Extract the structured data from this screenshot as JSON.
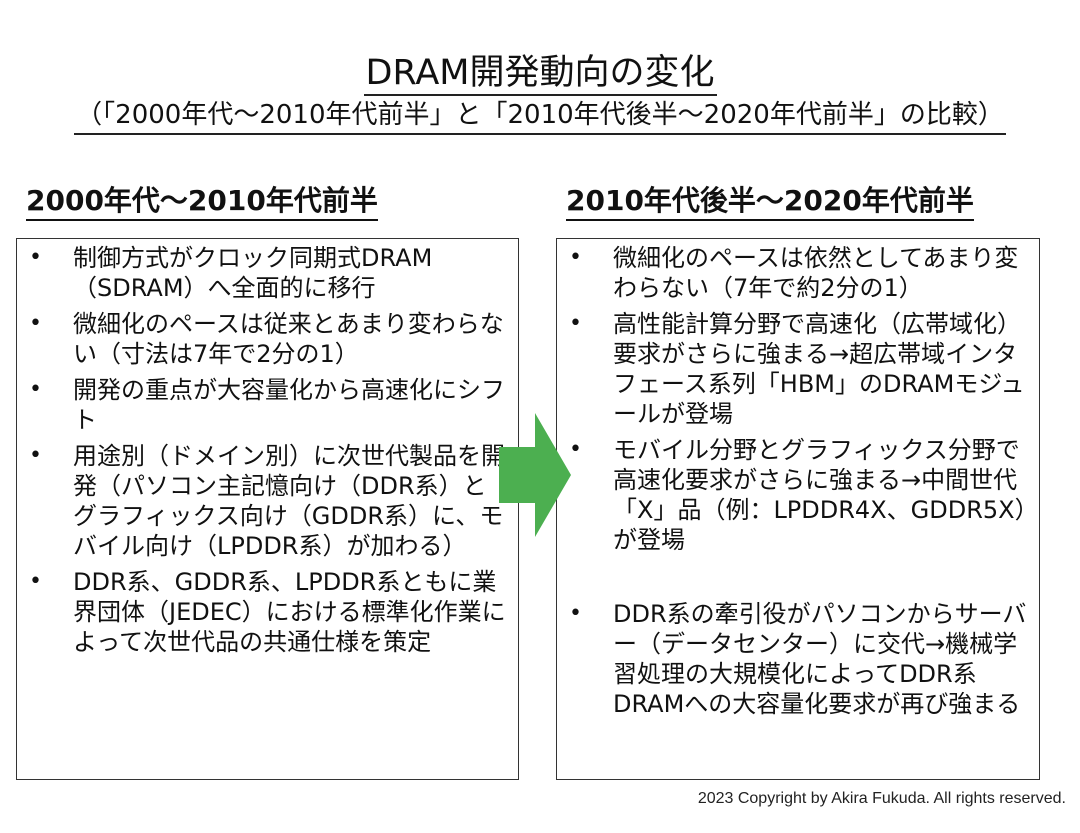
{
  "title": "DRAM開発動向の変化",
  "subtitle": "（「2000年代～2010年代前半」と「2010年代後半～2020年代前半」の比較）",
  "left": {
    "heading": "2000年代～2010年代前半",
    "items": [
      "制御方式がクロック同期式DRAM（SDRAM）へ全面的に移行",
      "微細化のペースは従来とあまり変わらない（寸法は7年で2分の1）",
      "開発の重点が大容量化から高速化にシフト",
      "用途別（ドメイン別）に次世代製品を開発（パソコン主記憶向け（DDR系）とグラフィックス向け（GDDR系）に、モバイル向け（LPDDR系）が加わる）",
      "DDR系、GDDR系、LPDDR系ともに業界団体（JEDEC）における標準化作業によって次世代品の共通仕様を策定"
    ]
  },
  "right": {
    "heading": "2010年代後半～2020年代前半",
    "items": [
      "微細化のペースは依然としてあまり変わらない（7年で約2分の1）",
      "高性能計算分野で高速化（広帯域化）要求がさらに強まる→超広帯域インタフェース系列「HBM」のDRAMモジュールが登場",
      "モバイル分野とグラフィックス分野で高速化要求がさらに強まる→中間世代「X」品（例：LPDDR4X、GDDR5X）が登場",
      "DDR系の牽引役がパソコンからサーバー（データセンター）に交代→機械学習処理の大規模化によってDDR系DRAMへの大容量化要求が再び強まる"
    ]
  },
  "bullet_char": "•",
  "copyright": "2023 Copyright by Akira Fukuda. All rights reserved.",
  "colors": {
    "arrow": "#4CAF50",
    "text": "#111111",
    "border": "#333333"
  },
  "icons": {
    "transition_arrow": "right-arrow-icon"
  }
}
